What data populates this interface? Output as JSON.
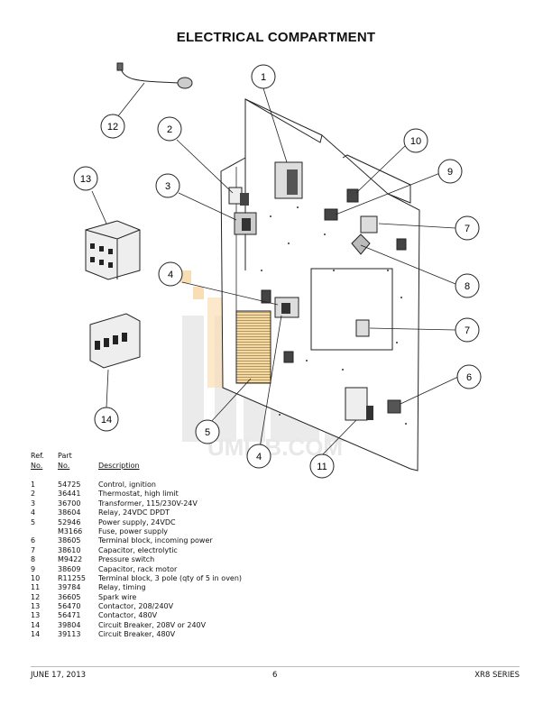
{
  "title": "ELECTRICAL COMPARTMENT",
  "watermark": "UMLIB.COM",
  "callouts": [
    "1",
    "2",
    "3",
    "4",
    "4",
    "5",
    "6",
    "7",
    "7",
    "8",
    "9",
    "10",
    "11",
    "12",
    "13",
    "14"
  ],
  "table": {
    "header": {
      "ref_line1": "Ref.",
      "ref_line2": "No.",
      "part_line1": "Part",
      "part_line2": "No.",
      "description": "Description"
    },
    "rows": [
      {
        "ref": "1",
        "part": "54725",
        "desc": "Control, ignition"
      },
      {
        "ref": "2",
        "part": "36441",
        "desc": "Thermostat, high limit"
      },
      {
        "ref": "3",
        "part": "36700",
        "desc": "Transformer, 115/230V-24V"
      },
      {
        "ref": "4",
        "part": "38604",
        "desc": "Relay, 24VDC DPDT"
      },
      {
        "ref": "5",
        "part": "52946",
        "desc": "Power supply, 24VDC"
      },
      {
        "ref": "",
        "part": "M3166",
        "desc": "Fuse, power supply"
      },
      {
        "ref": "6",
        "part": "38605",
        "desc": "Terminal block, incoming power"
      },
      {
        "ref": "7",
        "part": "38610",
        "desc": "Capacitor, electrolytic"
      },
      {
        "ref": "8",
        "part": "M9422",
        "desc": "Pressure switch"
      },
      {
        "ref": "9",
        "part": "38609",
        "desc": "Capacitor, rack motor"
      },
      {
        "ref": "10",
        "part": "R11255",
        "desc": "Terminal block, 3 pole (qty of 5 in oven)"
      },
      {
        "ref": "11",
        "part": "39784",
        "desc": "Relay, timing"
      },
      {
        "ref": "12",
        "part": "36605",
        "desc": "Spark wire"
      },
      {
        "ref": "13",
        "part": "56470",
        "desc": "Contactor, 208/240V"
      },
      {
        "ref": "13",
        "part": "56471",
        "desc": "Contactor, 480V"
      },
      {
        "ref": "14",
        "part": "39804",
        "desc": "Circuit Breaker, 208V or 240V"
      },
      {
        "ref": "14",
        "part": "39113",
        "desc": "Circuit Breaker, 480V"
      }
    ]
  },
  "footer": {
    "date": "JUNE 17, 2013",
    "page": "6",
    "series": "XR8 SERIES"
  }
}
